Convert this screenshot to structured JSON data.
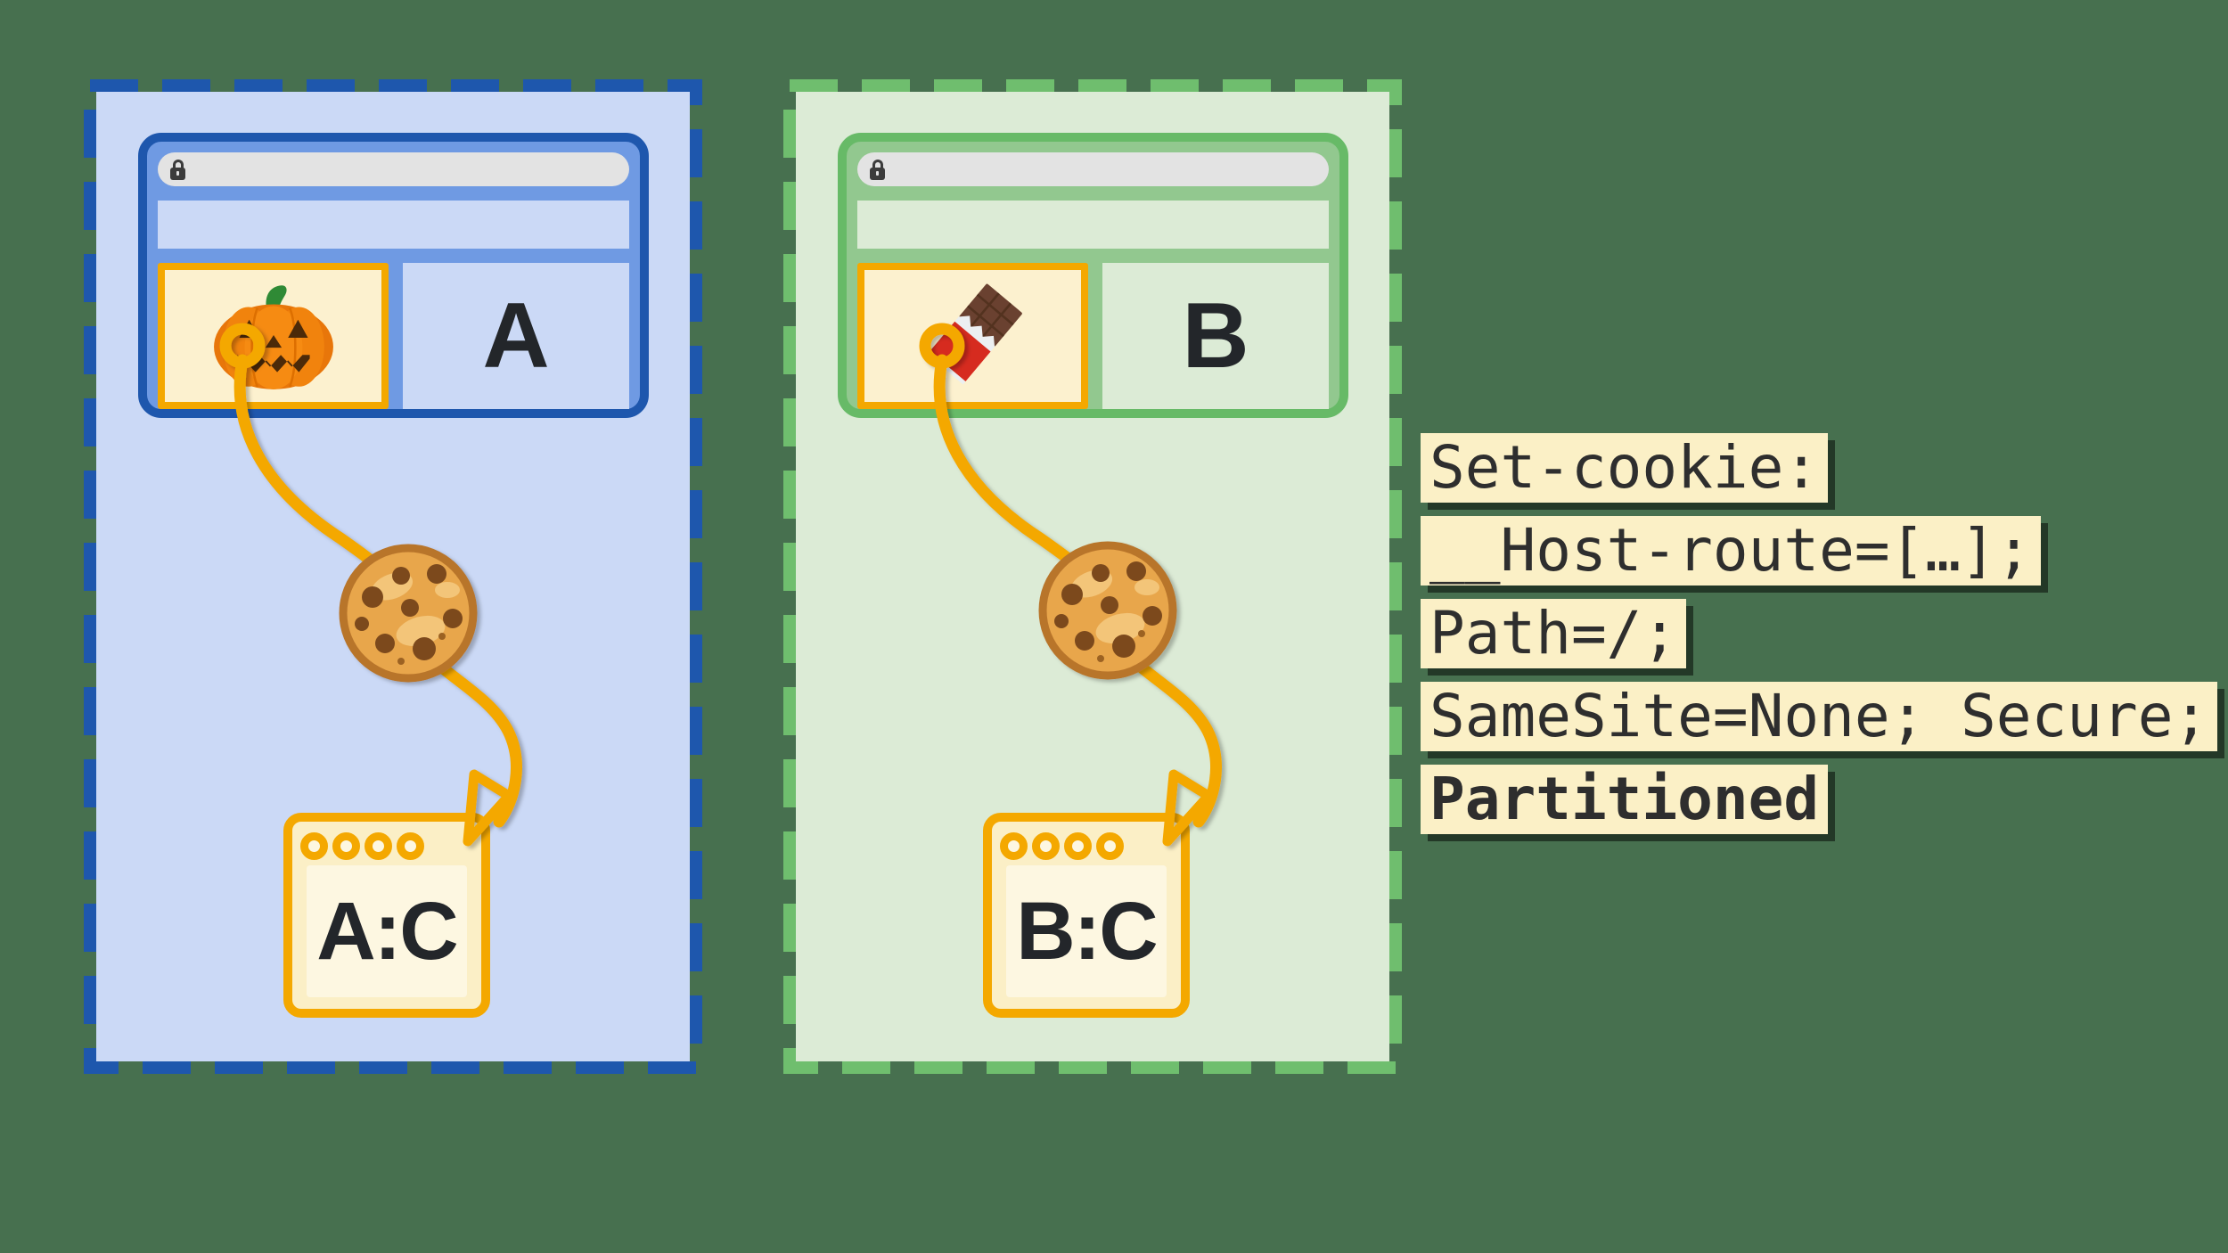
{
  "background_color": "#47704F",
  "panels": [
    {
      "site_letter": "A",
      "jar_label": "A:C",
      "iframe_icon": "jack-o-lantern-icon",
      "dash_border_color": "#1E57AD",
      "panel_fill_color": "#CBD9F6",
      "window_fill_color": "#6F9AE3"
    },
    {
      "site_letter": "B",
      "jar_label": "B:C",
      "iframe_icon": "chocolate-bar-icon",
      "dash_border_color": "#6FBE6E",
      "panel_fill_color": "#DCEBD6",
      "window_fill_color": "#92C88F"
    }
  ],
  "code_block": {
    "lines": [
      "Set-cookie:",
      "__Host-route=[…];",
      "Path=/;",
      "SameSite=None; Secure;",
      "Partitioned"
    ],
    "bold_line_index": 4,
    "bg_color": "#FBF0C6",
    "text_color": "#2E2E2E"
  },
  "shared_colors": {
    "accent_orange": "#F4A800",
    "iframe_fill": "#FCF1CF",
    "jar_fill": "#FBEFC6",
    "jar_inner_fill": "#FDF7E1",
    "url_bar": "#E3E3E3",
    "lock_icon": "#3C3C3C",
    "cookie_base": "#E8A64C",
    "cookie_chip": "#7B4A1E",
    "letter_color": "#23262A"
  },
  "icons": [
    "lock-icon",
    "jack-o-lantern-icon",
    "chocolate-bar-icon",
    "cookie-icon",
    "anchor-ring-icon",
    "arrowhead-icon"
  ]
}
